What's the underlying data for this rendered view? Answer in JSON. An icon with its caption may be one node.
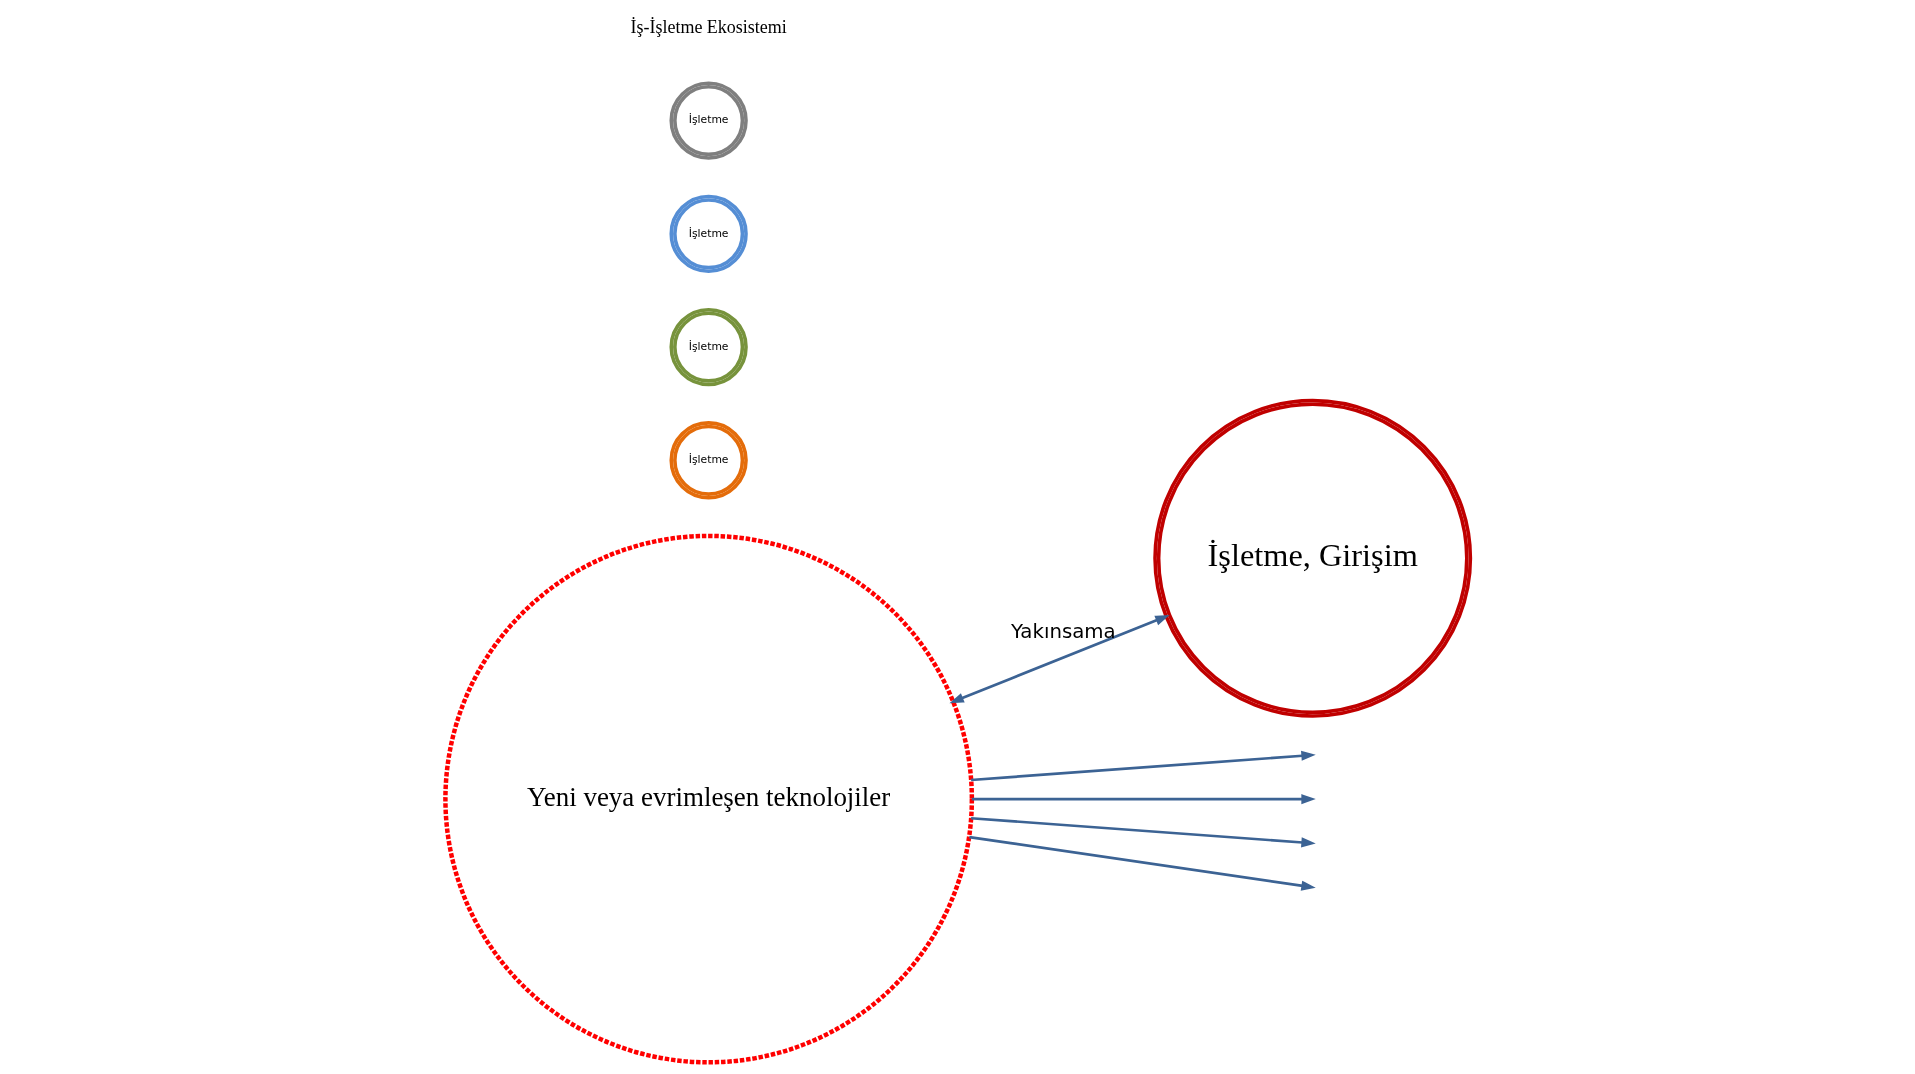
{
  "diagram": {
    "nodes": [
      {
        "text": [
          "Yeni veya evrimleşen teknolojiler"
        ]
      },
      {
        "text": [
          "İşletme, Girişim"
        ]
      },
      {
        "text": [
          "İşletme"
        ]
      },
      {
        "text": [
          "İşletme"
        ]
      },
      {
        "text": [
          "İşletme"
        ]
      },
      {
        "text": [
          "İşletme"
        ]
      }
    ],
    "edges": [
      {
        "from": 0,
        "to": null,
        "arrow": "to"
      },
      {
        "from": 0,
        "to": null,
        "arrow": "to"
      },
      {
        "from": 0,
        "to": null,
        "arrow": "to"
      },
      {
        "from": 0,
        "to": null,
        "arrow": "to"
      },
      {
        "from": 0,
        "to": 1,
        "arrow": "both",
        "label": "Yakınsama"
      }
    ],
    "labels": [
      "İş-İşletme Ekosistemi"
    ]
  }
}
